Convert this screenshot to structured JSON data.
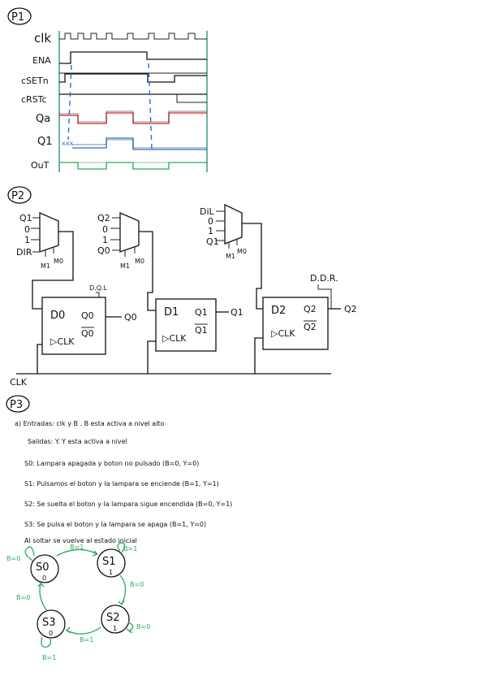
{
  "p1": {
    "label": "P1",
    "signals": [
      "clk",
      "ENA",
      "cSETn",
      "cRSTc",
      "Qa",
      "Q1",
      "OuT"
    ],
    "q1_note": "xxx",
    "colors": {
      "ink": "#111111",
      "red": "#e02020",
      "blue": "#1e73d2",
      "green": "#2aa860",
      "teal": "#1a8a78"
    }
  },
  "p2": {
    "label": "P2",
    "mux0": {
      "inputs": [
        "Q1",
        "0",
        "1",
        "DIR"
      ],
      "sel": [
        "M1",
        "M0"
      ]
    },
    "mux1": {
      "inputs": [
        "Q2",
        "0",
        "1",
        "Q0"
      ],
      "sel": [
        "M1",
        "M0"
      ]
    },
    "mux2": {
      "inputs": [
        "DiL",
        "0",
        "1",
        "Q1"
      ],
      "sel": [
        "M1",
        "M0"
      ]
    },
    "ff0": {
      "d": "D0",
      "clk": "▷CLK",
      "q": "Q0",
      "qn": "Q0",
      "out": "Q0",
      "label": "D.Q.L"
    },
    "ff1": {
      "d": "D1",
      "clk": "▷CLK",
      "q": "Q1",
      "qn": "Q1",
      "out": "Q1"
    },
    "ff2": {
      "d": "D2",
      "clk": "▷CLK",
      "q": "Q2",
      "qn": "Q2",
      "out": "Q2",
      "label": "D.D.R."
    },
    "clk_label": "CLK"
  },
  "p3": {
    "label": "P3",
    "lines": [
      "a) Entradas: clk y B . B esta activa a nivel alto",
      "Salidas: Y. Y esta activa a nivel",
      "S0: Lampara apagada y boton no pulsado (B=0, Y=0)",
      "S1: Pulsamos el boton y la lampara se enciende (B=1, Y=1)",
      "S2: Se suelta el boton y la lampara sigue encendida (B=0, Y=1)",
      "S3: Se pulsa el boton y la lampara se apaga (B=1, Y=0)",
      "Al soltar se vuelve al estado inicial"
    ],
    "states": [
      {
        "name": "S0",
        "out": "0"
      },
      {
        "name": "S1",
        "out": "1"
      },
      {
        "name": "S2",
        "out": "1"
      },
      {
        "name": "S3",
        "out": "0"
      }
    ],
    "transitions": {
      "s0_self": "B=0",
      "s0_s1": "B=1",
      "s1_self": "B=1",
      "s1_s2": "B=0",
      "s2_self": "B=0",
      "s2_s3": "B=1",
      "s3_self": "B=1",
      "s3_s0": "B=0"
    }
  }
}
